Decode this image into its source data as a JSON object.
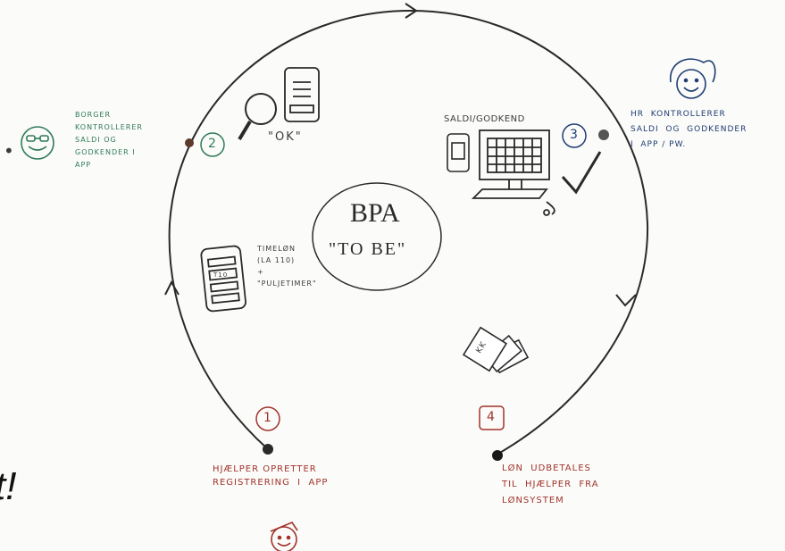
{
  "center": {
    "title": "BPA",
    "subtitle": "\"TO BE\""
  },
  "steps": [
    {
      "number": "1",
      "text": "HJÆLPER OPRETTER\nREGISTRERING  i  APP"
    },
    {
      "number": "2",
      "text": "BORGER\nKONTROLLERER\nSALDI OG\nGODKENDER i\nAPP"
    },
    {
      "number": "3",
      "text": "HR  KONTROLLERER\nSALDI  OG  GODKENDER\ni  APP / PW."
    },
    {
      "number": "4",
      "text": "LØN  UDBETALES\nTIL  HJÆLPER  FRA\nLØNSYSTEM"
    }
  ],
  "annotations": {
    "phone_note": "TIMELØN\n(LA 110)\n+\n\"PULJETIMER\"",
    "saldi_note": "SALDI/GODKEND",
    "ok_note": "\"OK\"",
    "card_label": "KK",
    "tablet_text": "T10"
  },
  "edge_text": {
    "left_dot": "•",
    "bottom_left": "t!"
  },
  "colors": {
    "red": "#a1332b",
    "green": "#2f7a5a",
    "blue": "#1e3c73",
    "ink": "#2a2a2a"
  }
}
